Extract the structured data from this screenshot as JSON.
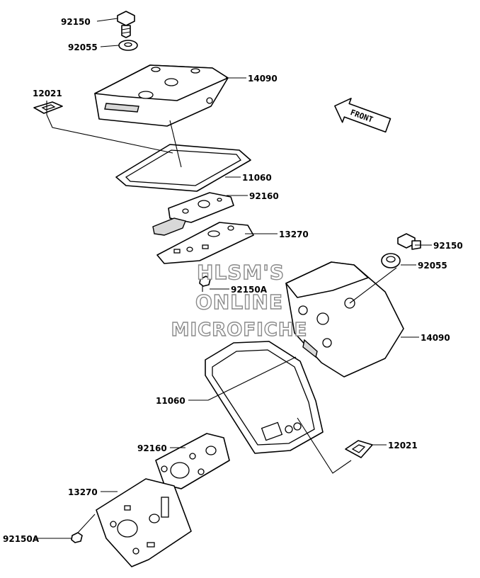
{
  "parts": [
    {
      "id": "top-bolt",
      "label": "92150"
    },
    {
      "id": "top-washer",
      "label": "92055"
    },
    {
      "id": "top-plug",
      "label": "12021"
    },
    {
      "id": "top-cover",
      "label": "14090"
    },
    {
      "id": "top-gasket",
      "label": "11060"
    },
    {
      "id": "top-plate-gasket",
      "label": "92160"
    },
    {
      "id": "top-plate",
      "label": "13270"
    },
    {
      "id": "top-small-bolt",
      "label": "92150A"
    },
    {
      "id": "bottom-bolt",
      "label": "92150"
    },
    {
      "id": "bottom-washer",
      "label": "92055"
    },
    {
      "id": "bottom-cover",
      "label": "14090"
    },
    {
      "id": "bottom-gasket",
      "label": "11060"
    },
    {
      "id": "bottom-plate-gasket",
      "label": "92160"
    },
    {
      "id": "bottom-plug",
      "label": "12021"
    },
    {
      "id": "bottom-plate",
      "label": "13270"
    },
    {
      "id": "bottom-small-bolt",
      "label": "92150A"
    }
  ],
  "direction_marker": {
    "text": "FRONT",
    "icon": "front-arrow-icon"
  },
  "watermark": {
    "line1": "HLSM'S",
    "line2": "ONLINE",
    "line3": "MICROFICHE"
  }
}
